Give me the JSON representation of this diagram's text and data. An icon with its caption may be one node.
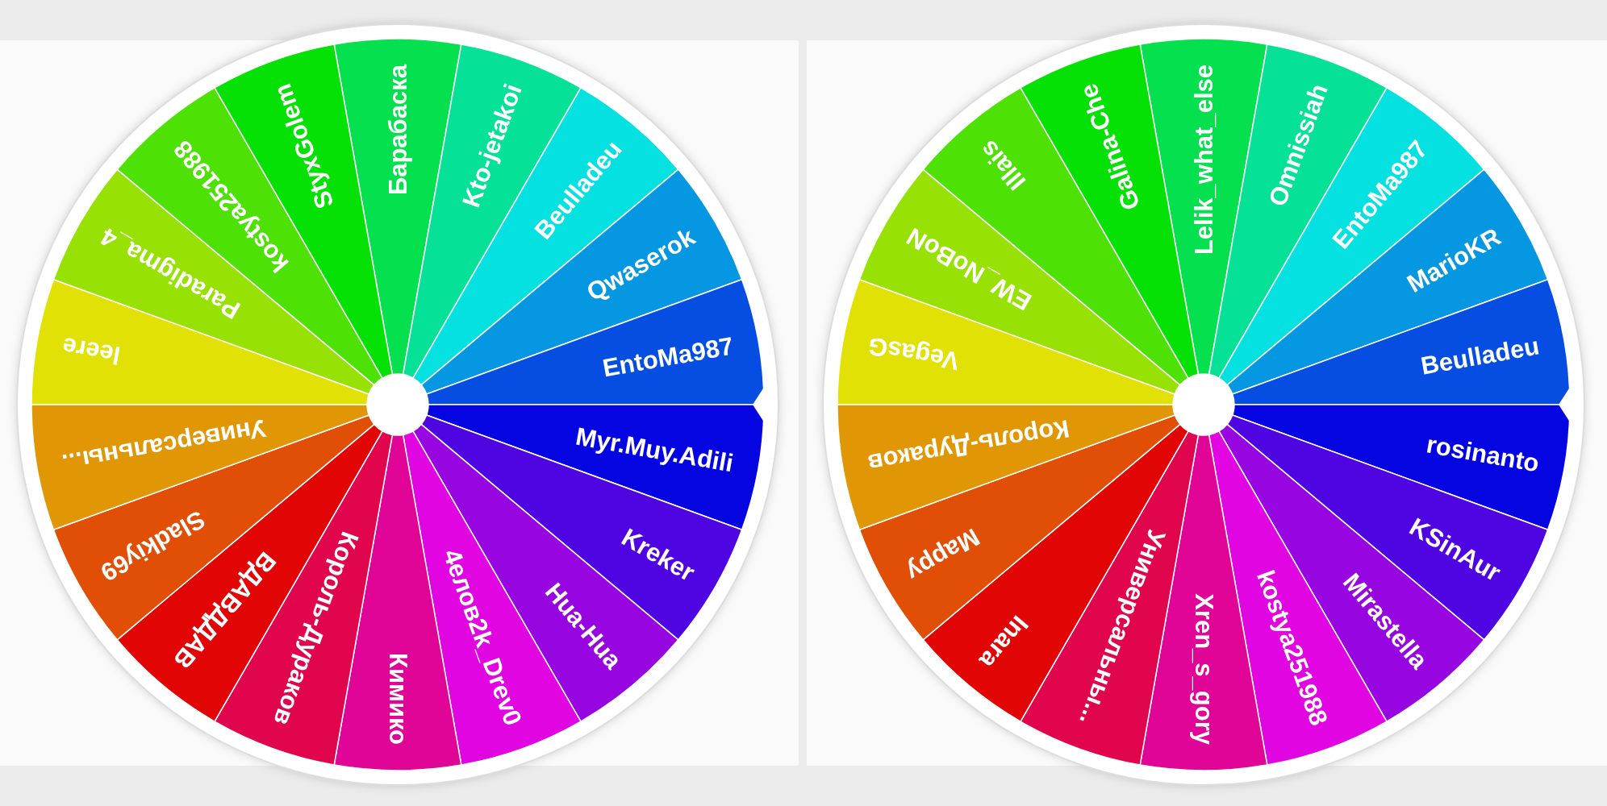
{
  "diagram": {
    "nodes": [
      {
        "text": [],
        "shape": "circle"
      },
      {
        "text": [
          "Барабаска"
        ],
        "in": 0
      },
      {
        "text": [
          "Kto-jetakoi"
        ],
        "in": 0
      },
      {
        "text": [
          "Beulladeu"
        ],
        "in": 0
      },
      {
        "text": [
          "Qwaserok"
        ],
        "in": 0
      },
      {
        "text": [
          "EntoMa987"
        ],
        "in": 0
      },
      {
        "text": [
          "Myr.Muy.Adili"
        ],
        "in": 0
      },
      {
        "text": [
          "Kreker"
        ],
        "in": 0
      },
      {
        "text": [
          "Hua-Hua"
        ],
        "in": 0
      },
      {
        "text": [
          "4елов2k_Drev0"
        ],
        "in": 0
      },
      {
        "text": [
          "Кимико"
        ],
        "in": 0
      },
      {
        "text": [
          "Король-Дураков"
        ],
        "in": 0
      },
      {
        "text": [
          "ВДАВДДАВ"
        ],
        "in": 0
      },
      {
        "text": [
          "Sladkiy69"
        ],
        "in": 0
      },
      {
        "text": [
          "Универсальны..."
        ],
        "in": 0
      },
      {
        "text": [
          "leere"
        ],
        "in": 0
      },
      {
        "text": [
          "Paradigma_4"
        ],
        "in": 0
      },
      {
        "text": [
          "kostya251988"
        ],
        "in": 0
      },
      {
        "text": [
          "StyxGolem"
        ],
        "in": 0
      },
      {
        "text": [],
        "shape": "circle"
      },
      {
        "text": [
          "Lelik_what_else"
        ],
        "in": 19
      },
      {
        "text": [
          "Omnissiah"
        ],
        "in": 19
      },
      {
        "text": [
          "EntoMa987"
        ],
        "in": 19
      },
      {
        "text": [
          "MarioKR"
        ],
        "in": 19
      },
      {
        "text": [
          "Beulladeu"
        ],
        "in": 19
      },
      {
        "text": [
          "rosinanto"
        ],
        "in": 19
      },
      {
        "text": [
          "KSinAur"
        ],
        "in": 19
      },
      {
        "text": [
          "Mirastella"
        ],
        "in": 19
      },
      {
        "text": [
          "kostya251988"
        ],
        "in": 19
      },
      {
        "text": [
          "Xren_s_gory"
        ],
        "in": 19
      },
      {
        "text": [
          "Универсальны..."
        ],
        "in": 19
      },
      {
        "text": [
          "Inara"
        ],
        "in": 19
      },
      {
        "text": [
          "Mappy"
        ],
        "in": 19
      },
      {
        "text": [
          "Король-Дураков"
        ],
        "in": 19
      },
      {
        "text": [
          "VegasG"
        ],
        "in": 19
      },
      {
        "text": [
          "EW_NoBoN"
        ],
        "in": 19
      },
      {
        "text": [
          "Illais"
        ],
        "in": 19
      },
      {
        "text": [
          "Galina-Che"
        ],
        "in": 19
      }
    ]
  }
}
